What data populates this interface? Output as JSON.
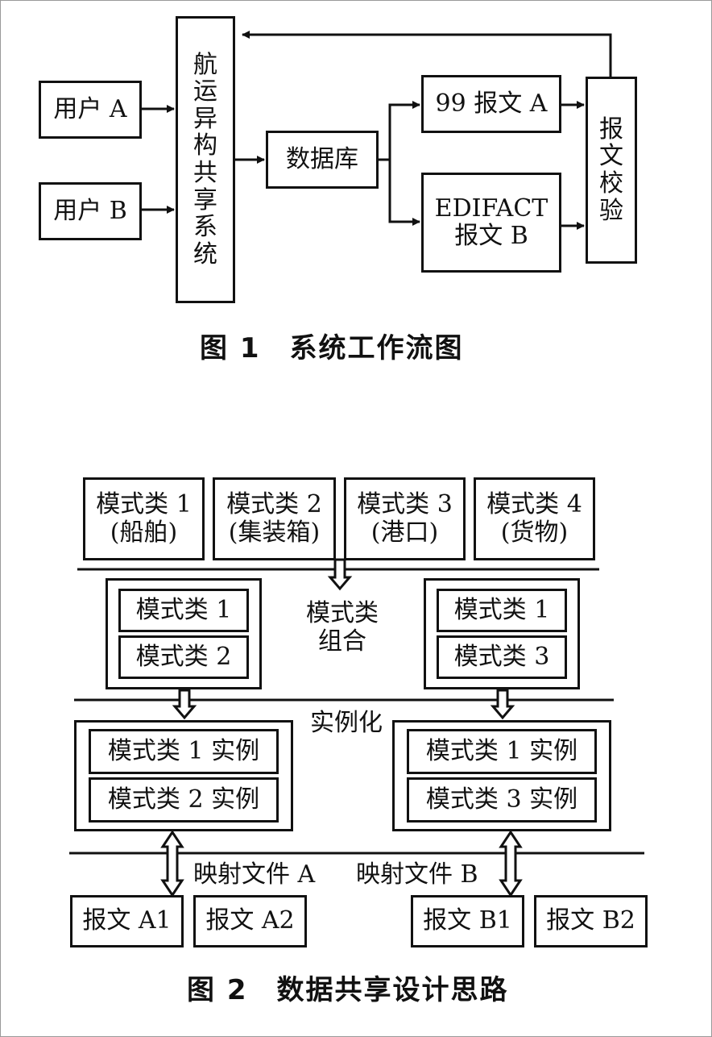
{
  "figure1": {
    "user_a": "用户 A",
    "user_b": "用户 B",
    "system_chars": [
      "航",
      "运",
      "异",
      "构",
      "共",
      "享",
      "系",
      "统"
    ],
    "database": "数据库",
    "msg_a": "99 报文 A",
    "msg_b_line1": "EDIFACT",
    "msg_b_line2": "报文 B",
    "check_chars": [
      "报",
      "文",
      "校",
      "验"
    ],
    "caption_num": "图 1",
    "caption_text": "系统工作流图"
  },
  "figure2": {
    "classes": [
      {
        "line1": "模式类 1",
        "line2": "(船舶)"
      },
      {
        "line1": "模式类 2",
        "line2": "(集装箱)"
      },
      {
        "line1": "模式类 3",
        "line2": "(港口)"
      },
      {
        "line1": "模式类 4",
        "line2": "(货物)"
      }
    ],
    "combo_label_line1": "模式类",
    "combo_label_line2": "组合",
    "combo_left": [
      "模式类 1",
      "模式类 2"
    ],
    "combo_right": [
      "模式类 1",
      "模式类 3"
    ],
    "instantiate_label": "实例化",
    "inst_left": [
      "模式类 1 实例",
      "模式类 2 实例"
    ],
    "inst_right": [
      "模式类 1 实例",
      "模式类 3 实例"
    ],
    "map_a": "映射文件 A",
    "map_b": "映射文件 B",
    "messages": [
      "报文 A1",
      "报文 A2",
      "报文 B1",
      "报文 B2"
    ],
    "caption_num": "图 2",
    "caption_text": "数据共享设计思路"
  }
}
